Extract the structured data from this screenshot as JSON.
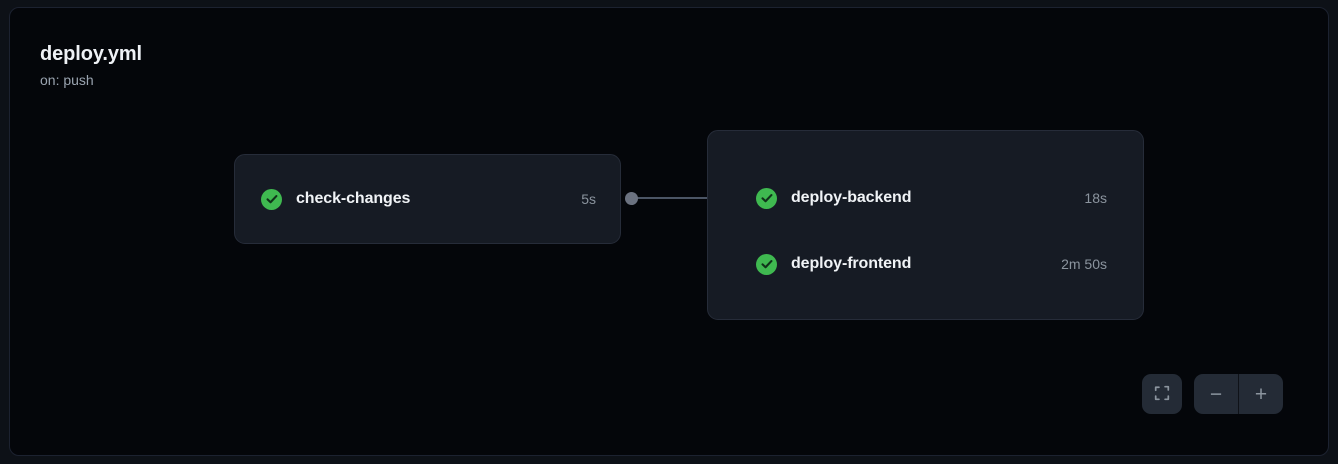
{
  "workflow": {
    "title": "deploy.yml",
    "trigger": "on: push"
  },
  "colors": {
    "canvas_background": "#04060a",
    "page_background": "#0d1117",
    "node_background": "#161b24",
    "node_border": "#262c39",
    "success_green": "#3fb950",
    "muted_text": "#8b949e",
    "primary_text": "#f0f3f6",
    "edge": "#4b5565",
    "handle": "#6b7280"
  },
  "graph": {
    "nodes": [
      {
        "id": "check-changes",
        "type": "single",
        "jobs": [
          {
            "name": "check-changes",
            "status": "success",
            "status_icon": "check-circle-icon",
            "duration": "5s"
          }
        ]
      },
      {
        "id": "deploy-group",
        "type": "group",
        "jobs": [
          {
            "name": "deploy-backend",
            "status": "success",
            "status_icon": "check-circle-icon",
            "duration": "18s"
          },
          {
            "name": "deploy-frontend",
            "status": "success",
            "status_icon": "check-circle-icon",
            "duration": "2m 50s"
          }
        ]
      }
    ],
    "edges": [
      {
        "source": "check-changes",
        "target": "deploy-group"
      }
    ]
  },
  "controls": {
    "fit_view": {
      "label": "",
      "icon": "fit-screen-icon"
    },
    "zoom_out": {
      "label": "−",
      "icon": "minus-icon"
    },
    "zoom_in": {
      "label": "+",
      "icon": "plus-icon"
    }
  }
}
